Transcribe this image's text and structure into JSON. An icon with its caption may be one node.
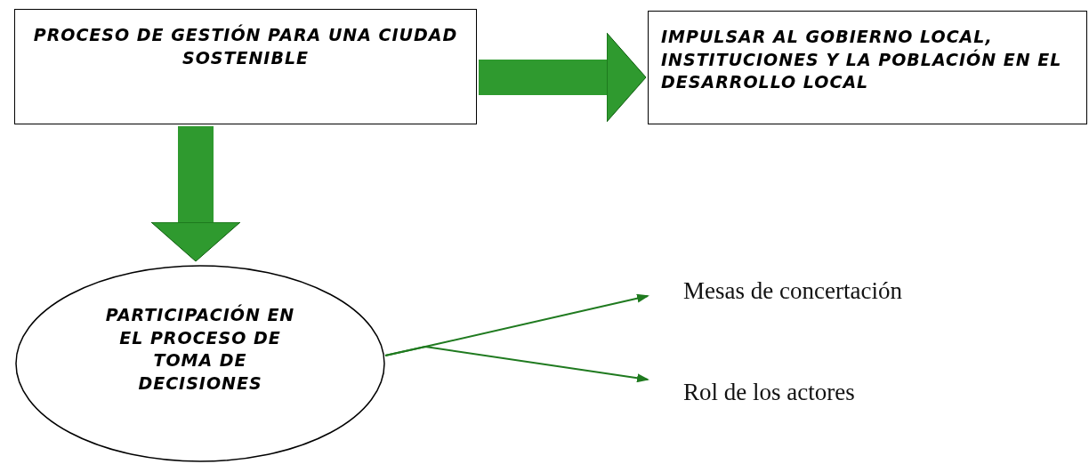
{
  "diagram": {
    "nodes": [
      {
        "text": [
          "PROCESO DE GESTIÓN PARA UNA CIUDAD SOSTENIBLE"
        ]
      },
      {
        "text": [
          "IMPULSAR AL GOBIERNO LOCAL, INSTITUCIONES Y LA POBLACIÓN EN EL DESARROLLO LOCAL"
        ]
      },
      {
        "text": [
          "PARTICIPACIÓN EN EL PROCESO DE TOMA DE DECISIONES"
        ]
      },
      {
        "text": [
          "Mesas de concertación"
        ]
      },
      {
        "text": [
          "Rol de los actores"
        ]
      }
    ],
    "edges": [
      {
        "from": 0,
        "to": 1,
        "arrow": "to",
        "style": "thick",
        "color": "#2f9a2f"
      },
      {
        "from": 0,
        "to": 2,
        "arrow": "to",
        "style": "thick",
        "color": "#2f9a2f"
      },
      {
        "from": 2,
        "to": 3,
        "arrow": "to"
      },
      {
        "from": 2,
        "to": 4,
        "arrow": "to"
      }
    ]
  }
}
